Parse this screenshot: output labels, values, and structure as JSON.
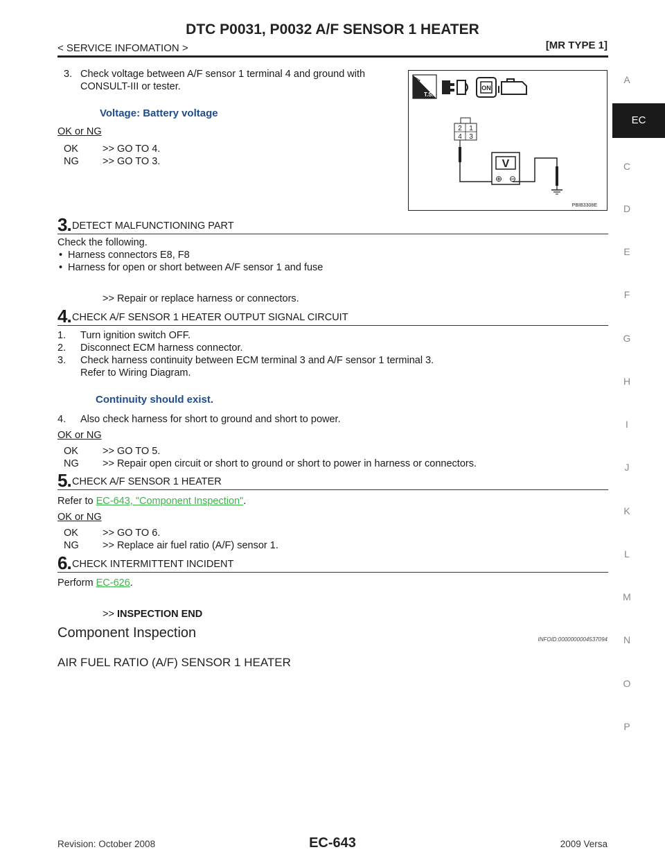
{
  "header": {
    "title": "DTC P0031, P0032 A/F SENSOR 1 HEATER",
    "left": "< SERVICE INFOMATION >",
    "right": "[MR TYPE 1]"
  },
  "step2": {
    "item3_num": "3.",
    "item3_text": "Check voltage between A/F sensor 1 terminal 4 and ground with",
    "item3_text2": "CONSULT-III or tester.",
    "spec": "Voltage: Battery voltage",
    "okng": "OK or NG",
    "ok": "OK",
    "ok_action": ">> GO TO 4.",
    "ng": "NG",
    "ng_action": ">> GO TO 3."
  },
  "figure": {
    "code": "PBIB3308E",
    "pins": [
      "2",
      "1",
      "4",
      "3"
    ],
    "meter": "V",
    "plus": "⊕",
    "minus": "⊖",
    "ts": "T.S.",
    "on": "ON"
  },
  "step3": {
    "num": "3.",
    "title": "DETECT MALFUNCTIONING PART",
    "intro": "Check the following.",
    "bullets": [
      "Harness connectors E8, F8",
      "Harness for open or short between A/F sensor 1 and fuse"
    ],
    "bullet_char": "•",
    "action": ">> Repair or replace harness or connectors."
  },
  "step4": {
    "num": "4.",
    "title": "CHECK A/F SENSOR 1 HEATER OUTPUT SIGNAL CIRCUIT",
    "items": [
      {
        "n": "1.",
        "t": "Turn ignition switch OFF."
      },
      {
        "n": "2.",
        "t": "Disconnect ECM harness connector."
      },
      {
        "n": "3.",
        "t": "Check harness continuity between ECM terminal 3 and A/F sensor 1 terminal 3."
      }
    ],
    "item3_sub": "Refer to Wiring Diagram.",
    "spec": "Continuity should exist.",
    "item4_num": "4.",
    "item4_text": "Also check harness for short to ground and short to power.",
    "okng": "OK or NG",
    "ok": "OK",
    "ok_action": ">> GO TO 5.",
    "ng": "NG",
    "ng_action": ">> Repair open circuit or short to ground or short to power in harness or connectors."
  },
  "step5": {
    "num": "5.",
    "title": "CHECK A/F SENSOR 1 HEATER",
    "refer_prefix": "Refer to ",
    "refer_link": "EC-643, \"Component Inspection\"",
    "refer_suffix": ".",
    "okng": "OK or NG",
    "ok": "OK",
    "ok_action": ">> GO TO 6.",
    "ng": "NG",
    "ng_action": ">> Replace air fuel ratio (A/F) sensor 1."
  },
  "step6": {
    "num": "6.",
    "title": "CHECK INTERMITTENT INCIDENT",
    "perform_prefix": "Perform ",
    "perform_link": "EC-626",
    "perform_suffix": ".",
    "end_prefix": ">>",
    "end_text": "INSPECTION END"
  },
  "component": {
    "title": "Component Inspection",
    "infoid": "INFOID:0000000004537094",
    "section": "AIR FUEL RATIO (A/F) SENSOR 1 HEATER"
  },
  "sidebar": {
    "letters": [
      "A",
      "C",
      "D",
      "E",
      "F",
      "G",
      "H",
      "I",
      "J",
      "K",
      "L",
      "M",
      "N",
      "O",
      "P"
    ],
    "active": "EC"
  },
  "footer": {
    "left": "Revision: October 2008",
    "center": "EC-643",
    "right": "2009 Versa"
  }
}
